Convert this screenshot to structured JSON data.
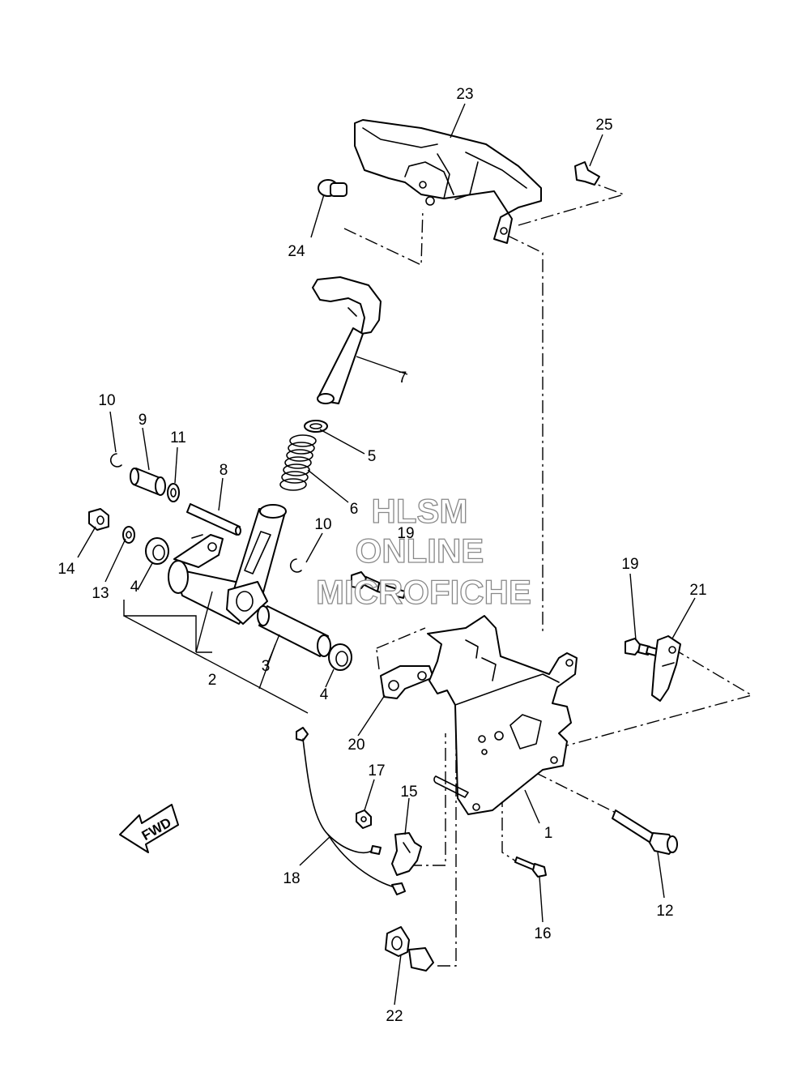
{
  "callouts": {
    "c1": "1",
    "c2": "2",
    "c3": "3",
    "c4a": "4",
    "c4b": "4",
    "c5": "5",
    "c6": "6",
    "c7": "7",
    "c8": "8",
    "c9": "9",
    "c10a": "10",
    "c10b": "10",
    "c11": "11",
    "c12": "12",
    "c13": "13",
    "c14": "14",
    "c15": "15",
    "c16": "16",
    "c17": "17",
    "c18": "18",
    "c19a": "19",
    "c19b": "19",
    "c20": "20",
    "c21": "21",
    "c22": "22",
    "c23": "23",
    "c24": "24",
    "c25": "25"
  },
  "fwd_label": "FWD",
  "watermark": {
    "line1": "HLSM",
    "line2": "ONLINE",
    "line3": "MICROFICHE"
  },
  "colors": {
    "ink": "#000000",
    "background": "#ffffff",
    "watermark_outline": "#888888"
  }
}
